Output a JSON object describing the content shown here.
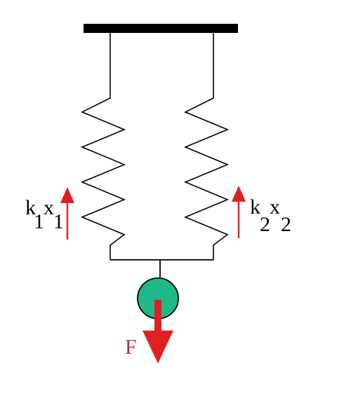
{
  "colors": {
    "background": "#ffffff",
    "line": "#000000",
    "force_arrow": "#e02020",
    "mass_fill": "#20b888",
    "force_label": "#c03030"
  },
  "labels": {
    "spring1_force": {
      "k": "k",
      "k_sub": "1",
      "x": "x",
      "x_sub": "1"
    },
    "spring2_force": {
      "k": "k",
      "k_sub": "2",
      "x": "x",
      "x_sub": "2"
    },
    "applied_force": "F"
  }
}
